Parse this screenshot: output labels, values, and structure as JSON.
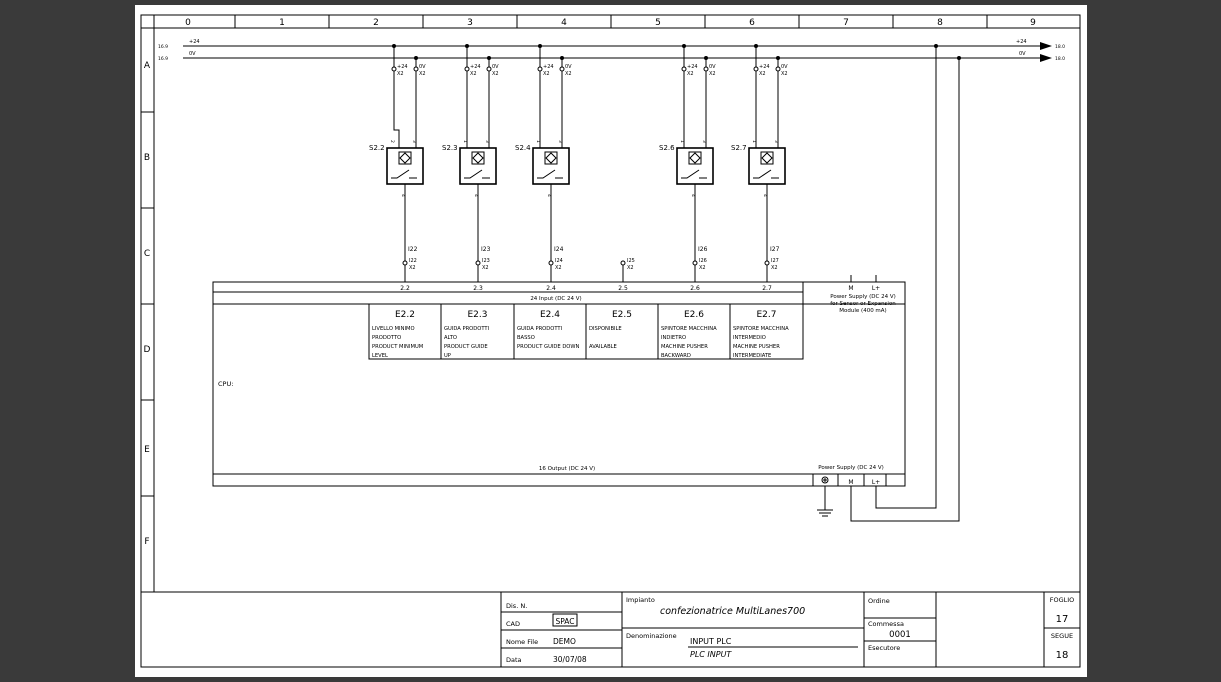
{
  "columns": [
    "0",
    "1",
    "2",
    "3",
    "4",
    "5",
    "6",
    "7",
    "8",
    "9"
  ],
  "rows": [
    "A",
    "B",
    "C",
    "D",
    "E",
    "F"
  ],
  "rails": {
    "plus24": {
      "label": "+24",
      "ref_in": "16.9",
      "ref_out": "18.0"
    },
    "zero": {
      "label": "0V",
      "ref_in": "16.9",
      "ref_out": "18.0"
    }
  },
  "term_block": "X2",
  "sensors": [
    {
      "tag": "S2.2",
      "wire_top": "2",
      "wire_bot": "4",
      "input": "I22",
      "addr": "2.2",
      "channel": "E2.2",
      "desc": [
        "LIVELLO MINIMO",
        "PRODOTTO",
        "PRODUCT MINIMUM",
        "LEVEL"
      ]
    },
    {
      "tag": "S2.3",
      "wire_top": "1",
      "wire_bot": "4",
      "input": "I23",
      "addr": "2.3",
      "channel": "E2.3",
      "desc": [
        "GUIDA PRODOTTI",
        "ALTO",
        "PRODUCT GUIDE",
        "UP"
      ]
    },
    {
      "tag": "S2.4",
      "wire_top": "1",
      "wire_bot": "4",
      "input": "I24",
      "addr": "2.4",
      "channel": "E2.4",
      "desc": [
        "GUIDA PRODOTTI",
        "BASSO",
        "PRODUCT GUIDE DOWN",
        ""
      ]
    },
    {
      "tag": "",
      "wire_top": "",
      "wire_bot": "",
      "input": "I25",
      "addr": "2.5",
      "channel": "E2.5",
      "desc": [
        "DISPONIBILE",
        "",
        "AVAILABLE",
        ""
      ]
    },
    {
      "tag": "S2.6",
      "wire_top": "1",
      "wire_bot": "4",
      "input": "I26",
      "addr": "2.6",
      "channel": "E2.6",
      "desc": [
        "SPINTORE MACCHINA",
        "INDIETRO",
        "MACHINE PUSHER",
        "BACKWARD"
      ]
    },
    {
      "tag": "S2.7",
      "wire_top": "1",
      "wire_bot": "4",
      "input": "I27",
      "addr": "2.7",
      "channel": "E2.7",
      "desc": [
        "SPINTORE MACCHINA",
        "INTERMEDIO",
        "MACHINE PUSHER",
        "INTERMEDIATE"
      ]
    }
  ],
  "plc": {
    "input_header": "24 Input (DC 24 V)",
    "cpu_label": "CPU:",
    "output_header": "16 Output (DC 24 V)",
    "ps_top": [
      "Power Supply (DC 24 V)",
      "for Sensor or Expansion",
      "Module (400 mA)"
    ],
    "ps_top_pins": [
      "M",
      "L+"
    ],
    "ps_bottom": "Power Supply (DC 24 V)",
    "ps_bottom_pins": [
      "M",
      "L+"
    ]
  },
  "titleblock": {
    "dis_n_label": "Dis. N.",
    "cad_label": "CAD",
    "cad_value": "SPAC",
    "nome_file_label": "Nome File",
    "nome_file_value": "DEMO",
    "data_label": "Data",
    "data_value": "30/07/08",
    "impianto_label": "Impianto",
    "impianto_value": "confezionatrice  MultiLanes700",
    "denominazione_label": "Denominazione",
    "denominazione_value": "INPUT PLC",
    "denominazione_value2": "PLC INPUT",
    "ordine_label": "Ordine",
    "commessa_label": "Commessa",
    "commessa_value": "0001",
    "esecutore_label": "Esecutore",
    "foglio_label": "FOGLIO",
    "foglio_value": "17",
    "segue_label": "SEGUE",
    "segue_value": "18"
  }
}
